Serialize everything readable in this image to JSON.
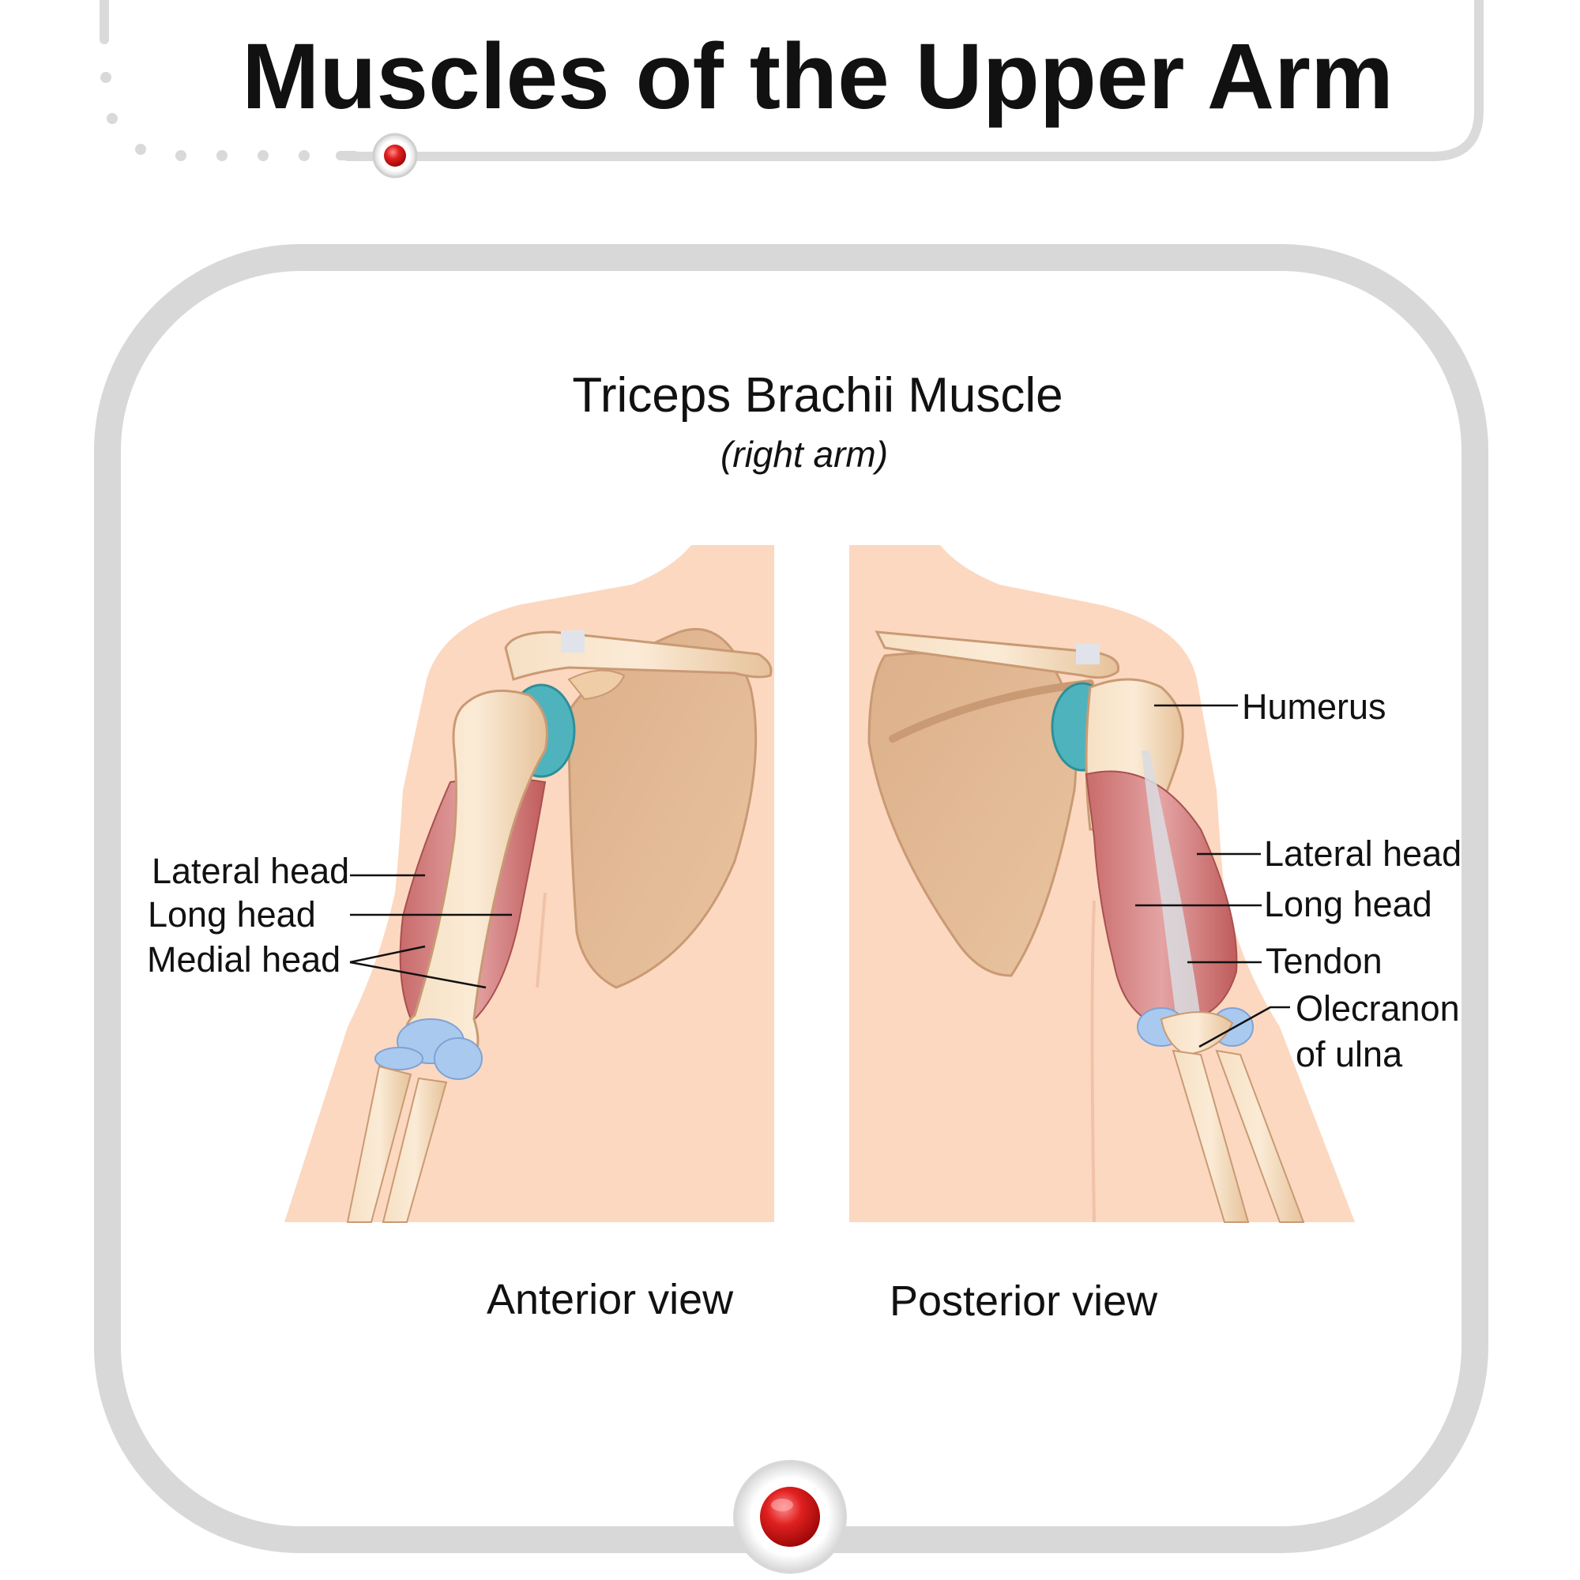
{
  "header": {
    "title": "Muscles of the Upper Arm"
  },
  "diagram": {
    "title": "Triceps Brachii Muscle",
    "subtitle": "(right arm)",
    "anterior": {
      "caption": "Anterior view",
      "labels": [
        "Lateral head",
        "Long head",
        "Medial head"
      ]
    },
    "posterior": {
      "caption": "Posterior view",
      "labels": [
        "Humerus",
        "Lateral head",
        "Long head",
        "Tendon",
        "Olecranon",
        "of ulna"
      ]
    }
  },
  "colors": {
    "accent_red": "#d91a1a",
    "frame_gray": "#d8d8d8",
    "skin": "#fcd8c0",
    "bone": "#efcda6",
    "muscle": "#d98a8a",
    "cartilage": "#a9c9ef",
    "joint_teal": "#4fb3bd"
  }
}
